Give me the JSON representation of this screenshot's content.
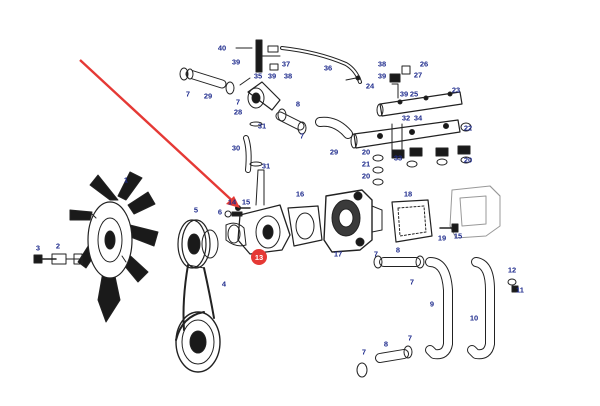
{
  "diagram": {
    "highlight_color": "#e53935",
    "label_color": "#1d2a8c",
    "highlighted_part": "13",
    "callouts": [
      "1",
      "2",
      "3",
      "4",
      "5",
      "6",
      "7",
      "8",
      "9",
      "10",
      "11",
      "12",
      "14",
      "15",
      "16",
      "17",
      "18",
      "19",
      "20",
      "21",
      "22",
      "23",
      "24",
      "25",
      "26",
      "27",
      "28",
      "29",
      "30",
      "31",
      "32",
      "33",
      "34",
      "35",
      "36",
      "37",
      "38",
      "39",
      "40"
    ]
  }
}
